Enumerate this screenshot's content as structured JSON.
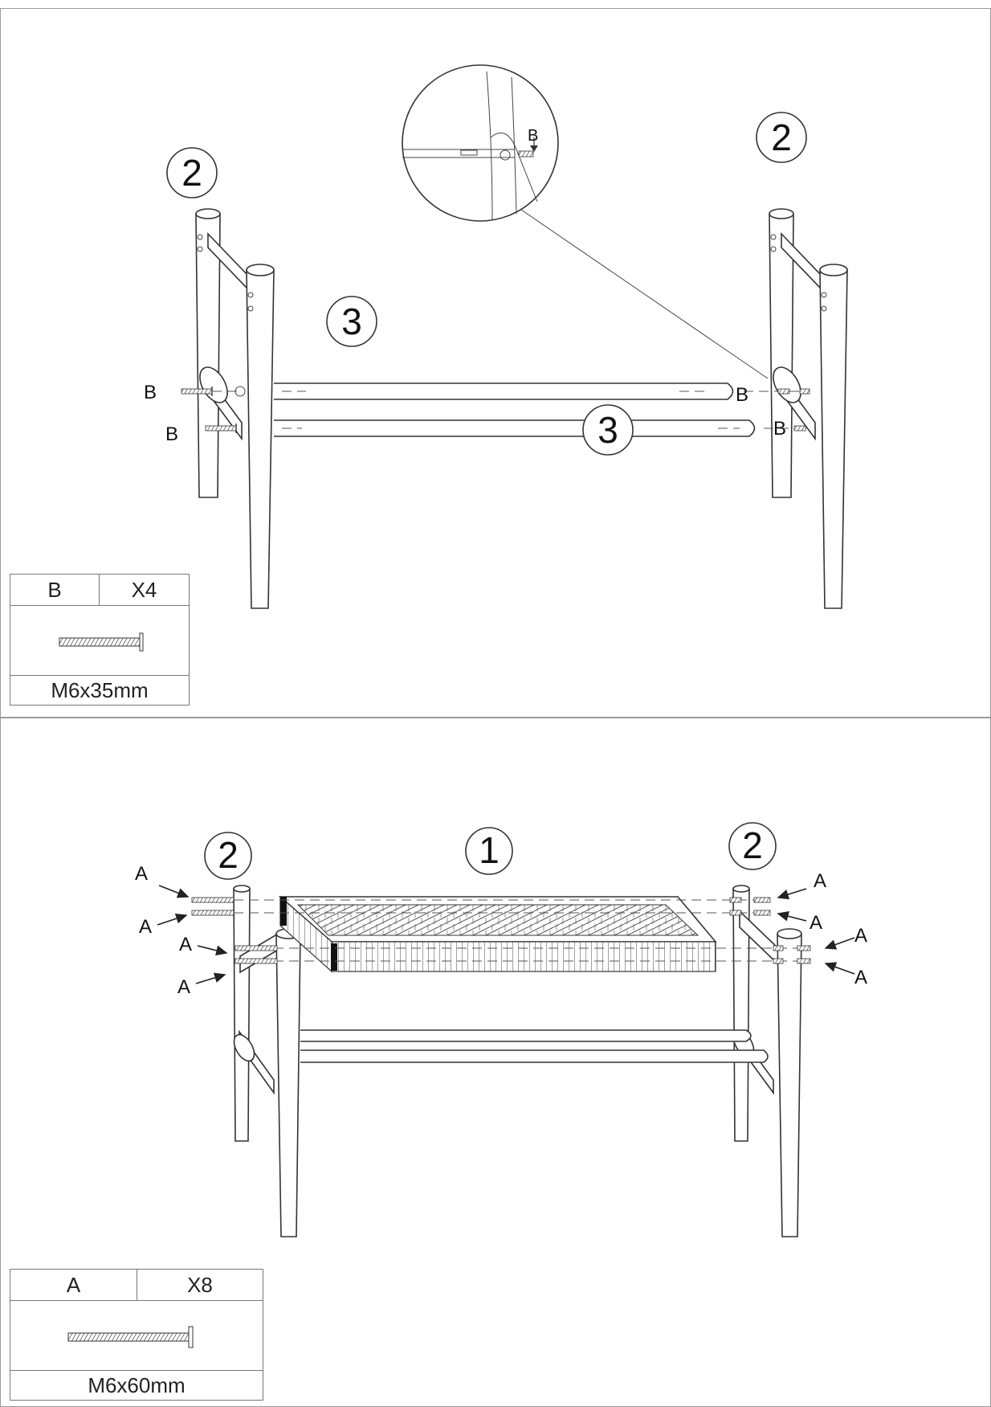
{
  "diagram": {
    "top_step": {
      "part_labels": {
        "side_left": "2",
        "side_right": "2",
        "rail_upper": "3",
        "rail_lower": "3"
      },
      "bolt_label": "B",
      "legend": {
        "code": "B",
        "quantity": "X4",
        "size": "M6x35mm",
        "icon": "bolt-icon"
      }
    },
    "bottom_step": {
      "part_labels": {
        "side_left": "2",
        "seat": "1",
        "side_right": "2"
      },
      "bolt_label": "A",
      "legend": {
        "code": "A",
        "quantity": "X8",
        "size": "M6x60mm",
        "icon": "bolt-icon"
      }
    }
  }
}
